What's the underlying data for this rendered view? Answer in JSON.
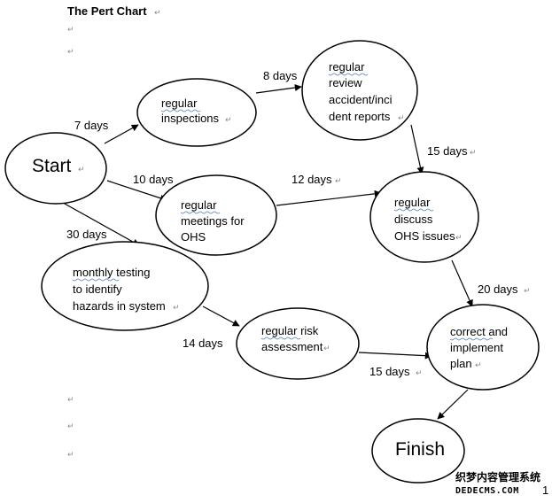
{
  "title": "The Pert Chart",
  "paragraph_mark": "↵",
  "nodes": {
    "start": {
      "lines": [
        "Start"
      ]
    },
    "inspections": {
      "lines": [
        "regular",
        "inspections"
      ]
    },
    "review": {
      "lines": [
        "regular",
        "review",
        "accident/inci",
        "dent reports"
      ]
    },
    "meetings": {
      "lines": [
        "regular",
        "meetings for",
        "OHS"
      ]
    },
    "discuss": {
      "lines": [
        "regular",
        "discuss",
        "OHS issues"
      ]
    },
    "testing": {
      "lines": [
        "monthly testing",
        "to identify",
        "hazards in system"
      ]
    },
    "risk": {
      "lines": [
        "regular risk",
        "assessment"
      ]
    },
    "correct": {
      "lines": [
        "correct and",
        "implement",
        "plan"
      ]
    },
    "finish": {
      "lines": [
        "Finish"
      ]
    }
  },
  "edges": [
    {
      "id": "start-inspections",
      "label": "7 days"
    },
    {
      "id": "inspections-review",
      "label": "8 days"
    },
    {
      "id": "review-discuss",
      "label": "15 days"
    },
    {
      "id": "start-meetings",
      "label": "10 days"
    },
    {
      "id": "meetings-discuss",
      "label": "12 days"
    },
    {
      "id": "start-testing",
      "label": "30 days"
    },
    {
      "id": "testing-risk",
      "label": "14 days"
    },
    {
      "id": "risk-correct",
      "label": "15 days"
    },
    {
      "id": "discuss-correct",
      "label": "20 days"
    },
    {
      "id": "correct-finish",
      "label": ""
    }
  ],
  "watermark": {
    "line1": "织梦内容管理系统",
    "line2": "DEDECMS.COM",
    "page_number": "1"
  }
}
